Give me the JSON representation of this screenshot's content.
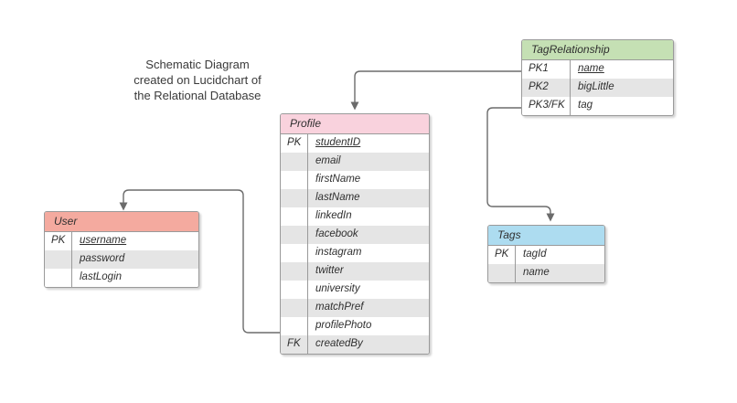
{
  "caption": {
    "text": "Schematic Diagram\ncreated on Lucidchart of\nthe Relational Database"
  },
  "colors": {
    "canvas_background": "#ffffff",
    "profile_header": "#f9d2dd",
    "user_header": "#f4aa9f",
    "tags_header": "#addcf0",
    "tagrelationship_header": "#c5e0b4",
    "row_stripe": "#e5e5e5",
    "row_base": "#ffffff",
    "border": "#9a9a9a",
    "connector": "#6b6b6b",
    "text": "#2f2f2f"
  },
  "entities": {
    "user": {
      "title": "User",
      "rows": [
        {
          "key": "PK",
          "name": "username",
          "underline": true,
          "stripe": false
        },
        {
          "key": "",
          "name": "password",
          "underline": false,
          "stripe": true
        },
        {
          "key": "",
          "name": "lastLogin",
          "underline": false,
          "stripe": false
        }
      ]
    },
    "profile": {
      "title": "Profile",
      "rows": [
        {
          "key": "PK",
          "name": "studentID",
          "underline": true,
          "stripe": false
        },
        {
          "key": "",
          "name": "email",
          "underline": false,
          "stripe": true
        },
        {
          "key": "",
          "name": "firstName",
          "underline": false,
          "stripe": false
        },
        {
          "key": "",
          "name": "lastName",
          "underline": false,
          "stripe": true
        },
        {
          "key": "",
          "name": "linkedIn",
          "underline": false,
          "stripe": false
        },
        {
          "key": "",
          "name": "facebook",
          "underline": false,
          "stripe": true
        },
        {
          "key": "",
          "name": "instagram",
          "underline": false,
          "stripe": false
        },
        {
          "key": "",
          "name": "twitter",
          "underline": false,
          "stripe": true
        },
        {
          "key": "",
          "name": "university",
          "underline": false,
          "stripe": false
        },
        {
          "key": "",
          "name": "matchPref",
          "underline": false,
          "stripe": true
        },
        {
          "key": "",
          "name": "profilePhoto",
          "underline": false,
          "stripe": false
        },
        {
          "key": "FK",
          "name": "createdBy",
          "underline": false,
          "stripe": true
        }
      ]
    },
    "tags": {
      "title": "Tags",
      "rows": [
        {
          "key": "PK",
          "name": "tagId",
          "underline": false,
          "stripe": false
        },
        {
          "key": "",
          "name": "name",
          "underline": false,
          "stripe": true
        }
      ]
    },
    "tagrelationship": {
      "title": "TagRelationship",
      "rows": [
        {
          "key": "PK1",
          "name": "name",
          "underline": true,
          "stripe": false
        },
        {
          "key": "PK2",
          "name": "bigLittle",
          "underline": false,
          "stripe": true
        },
        {
          "key": "PK3/FK",
          "name": "tag",
          "underline": false,
          "stripe": false
        }
      ]
    }
  },
  "connectors": [
    {
      "from": "tagrelationship.name",
      "to": "profile",
      "arrow_target": "profile-header-top"
    },
    {
      "from": "tagrelationship.tag",
      "to": "tags",
      "arrow_target": "tags-header-top"
    },
    {
      "from": "profile.createdBy",
      "to": "user",
      "arrow_target": "user-header-top"
    }
  ]
}
